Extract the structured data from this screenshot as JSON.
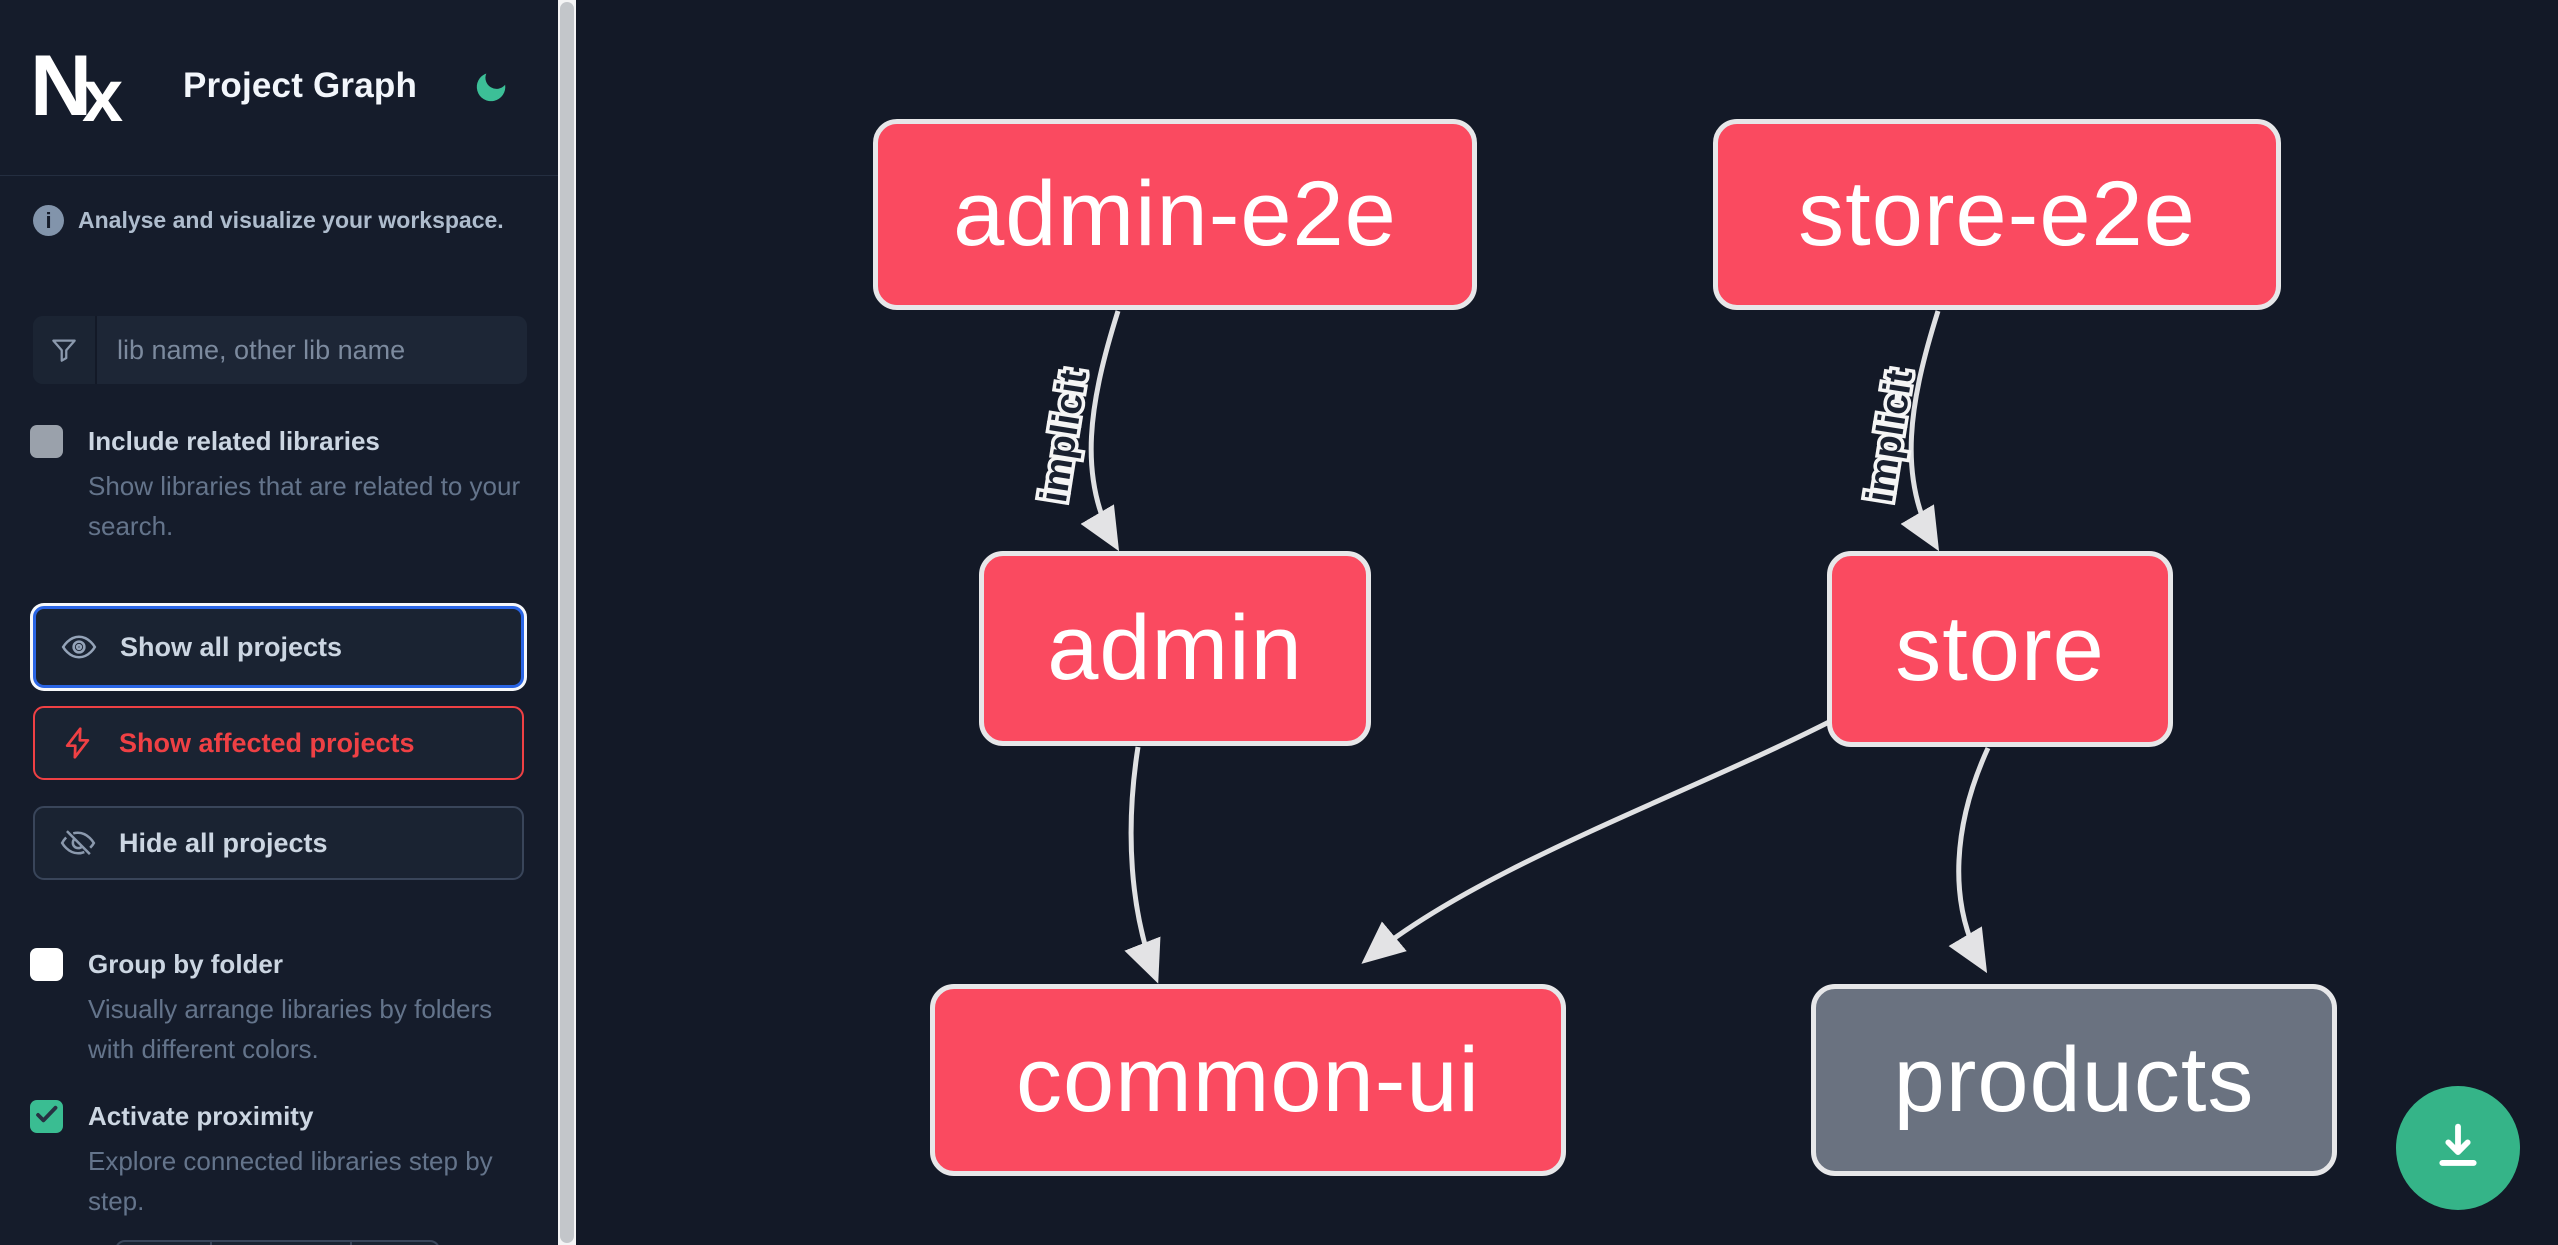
{
  "header": {
    "logo_text_n": "N",
    "logo_text_x": "x",
    "title": "Project Graph",
    "theme_icon": "moon-icon"
  },
  "intro": {
    "text": "Analyse and visualize your workspace."
  },
  "search": {
    "placeholder": "lib name, other lib name",
    "value": "",
    "icon": "filter-funnel-icon"
  },
  "options": {
    "include_related": {
      "label": "Include related libraries",
      "description": "Show libraries that are related to your search.",
      "checked": false
    },
    "group_by_folder": {
      "label": "Group by folder",
      "description": "Visually arrange libraries by folders with different colors.",
      "checked": false
    },
    "activate_proximity": {
      "label": "Activate proximity",
      "description": "Explore connected libraries step by step.",
      "checked": true
    }
  },
  "actions": {
    "show_all": {
      "label": "Show all projects",
      "icon": "eye-icon",
      "state": "focused"
    },
    "show_affected": {
      "label": "Show affected projects",
      "icon": "bolt-icon"
    },
    "hide_all": {
      "label": "Hide all projects",
      "icon": "eye-off-icon"
    }
  },
  "graph": {
    "nodes": [
      {
        "id": "admin-e2e",
        "label": "admin-e2e",
        "color": "#fa4a60"
      },
      {
        "id": "store-e2e",
        "label": "store-e2e",
        "color": "#fa4a60"
      },
      {
        "id": "admin",
        "label": "admin",
        "color": "#fa4a60"
      },
      {
        "id": "store",
        "label": "store",
        "color": "#fa4a60"
      },
      {
        "id": "common-ui",
        "label": "common-ui",
        "color": "#fa4a60"
      },
      {
        "id": "products",
        "label": "products",
        "color": "#6a7280"
      }
    ],
    "edges": [
      {
        "from": "admin-e2e",
        "to": "admin",
        "label": "implicit"
      },
      {
        "from": "store-e2e",
        "to": "store",
        "label": "implicit"
      },
      {
        "from": "admin",
        "to": "common-ui",
        "label": ""
      },
      {
        "from": "store",
        "to": "common-ui",
        "label": ""
      },
      {
        "from": "store",
        "to": "products",
        "label": ""
      }
    ]
  },
  "download": {
    "icon": "download-icon"
  },
  "colors": {
    "sidebar_bg": "#151c2b",
    "graph_bg": "#131927",
    "node_affected": "#fa4a60",
    "node_default": "#6a7280",
    "node_border": "#e7e7e9",
    "edge": "#e0e1e3",
    "accent_green": "#35b488",
    "focus_blue": "#2a65e5",
    "danger_red": "#ef4044"
  }
}
